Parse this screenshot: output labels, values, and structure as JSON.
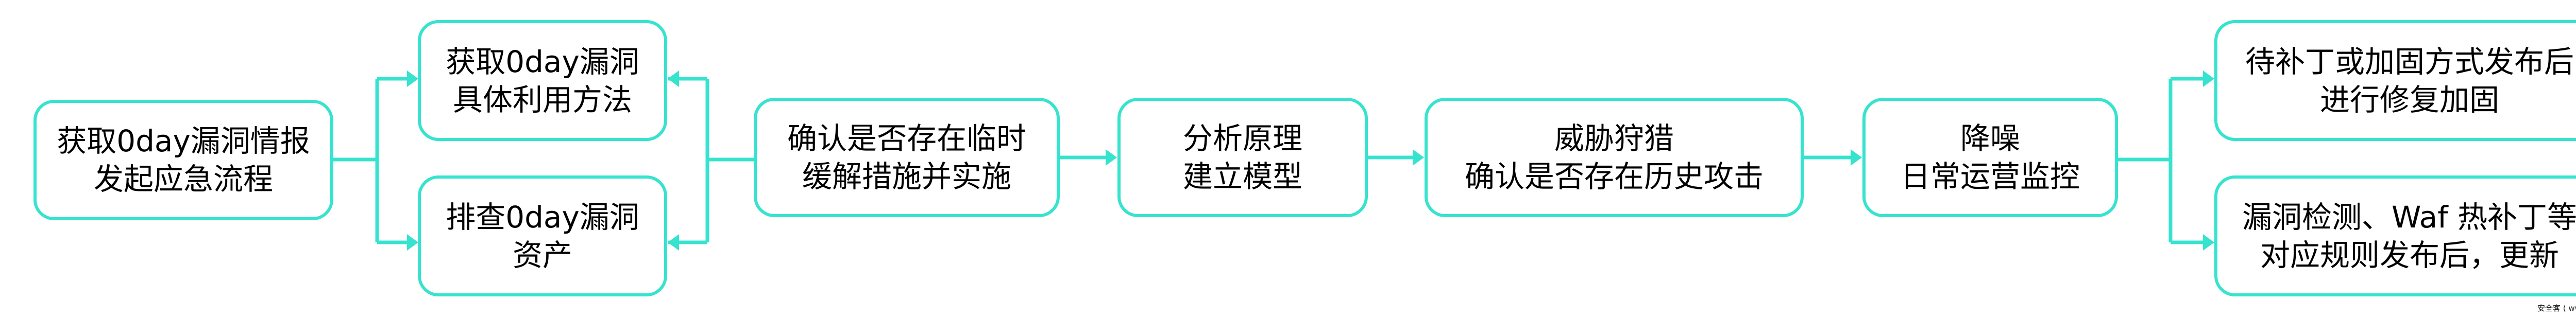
{
  "accent_color": "#36e3cf",
  "nodes": {
    "start": {
      "line1": "获取0day漏洞情报",
      "line2": "发起应急流程"
    },
    "exploit_method": {
      "line1": "获取0day漏洞",
      "line2": "具体利用方法"
    },
    "asset_check": {
      "line1": "排查0day漏洞",
      "line2": "资产"
    },
    "mitigation": {
      "line1": "确认是否存在临时",
      "line2": "缓解措施并实施"
    },
    "analysis": {
      "line1": "分析原理",
      "line2": "建立模型"
    },
    "threat_hunting": {
      "line1": "威胁狩猎",
      "line2": "确认是否存在历史攻击"
    },
    "noise_reduction": {
      "line1": "降噪",
      "line2": "日常运营监控"
    },
    "patch_fix": {
      "line1": "待补丁或加固方式发布后",
      "line2": "进行修复加固"
    },
    "rule_update": {
      "line1": "漏洞检测、Waf 热补丁等",
      "line2": "对应规则发布后，更新"
    }
  },
  "watermark": "安全客 ( www.anquanke.com )"
}
